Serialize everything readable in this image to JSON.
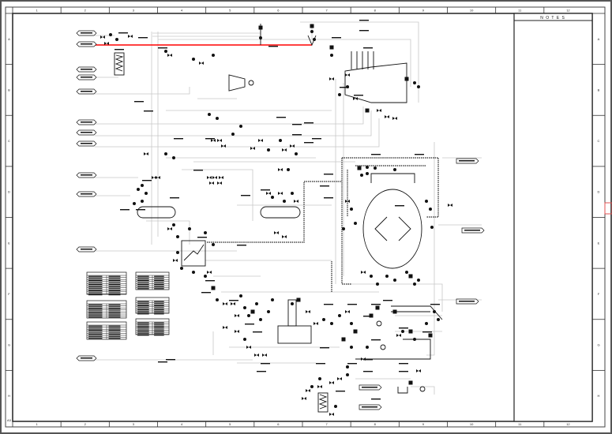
{
  "drawing": {
    "column_labels": [
      "1",
      "2",
      "3",
      "4",
      "5",
      "6",
      "7",
      "8",
      "9",
      "10",
      "11",
      "12"
    ],
    "row_labels": [
      "A",
      "B",
      "C",
      "D",
      "E",
      "F",
      "G",
      "H"
    ],
    "corner_mark": "A3",
    "notes_title": "N O T E S",
    "highlight_color": "#ff0000",
    "selection_marker_color": "#e05050",
    "line_color": "#111111",
    "pipe_color": "#c8c8c8"
  }
}
